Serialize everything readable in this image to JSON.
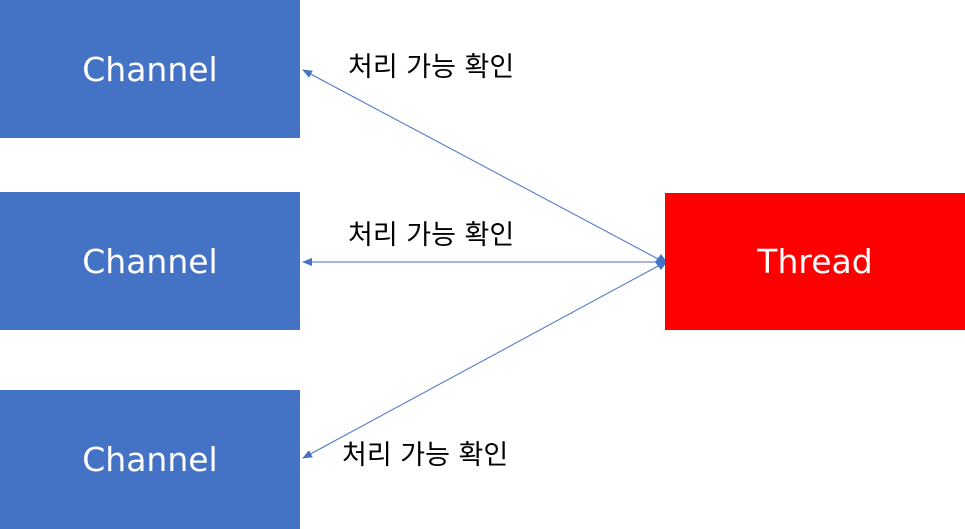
{
  "channels": [
    {
      "label": "Channel"
    },
    {
      "label": "Channel"
    },
    {
      "label": "Channel"
    }
  ],
  "thread": {
    "label": "Thread"
  },
  "edges": [
    {
      "label": "처리 가능 확인"
    },
    {
      "label": "처리 가능 확인"
    },
    {
      "label": "처리 가능 확인"
    }
  ],
  "colors": {
    "channel": "#4472c4",
    "thread": "#ff0000",
    "connector": "#4472c4"
  }
}
